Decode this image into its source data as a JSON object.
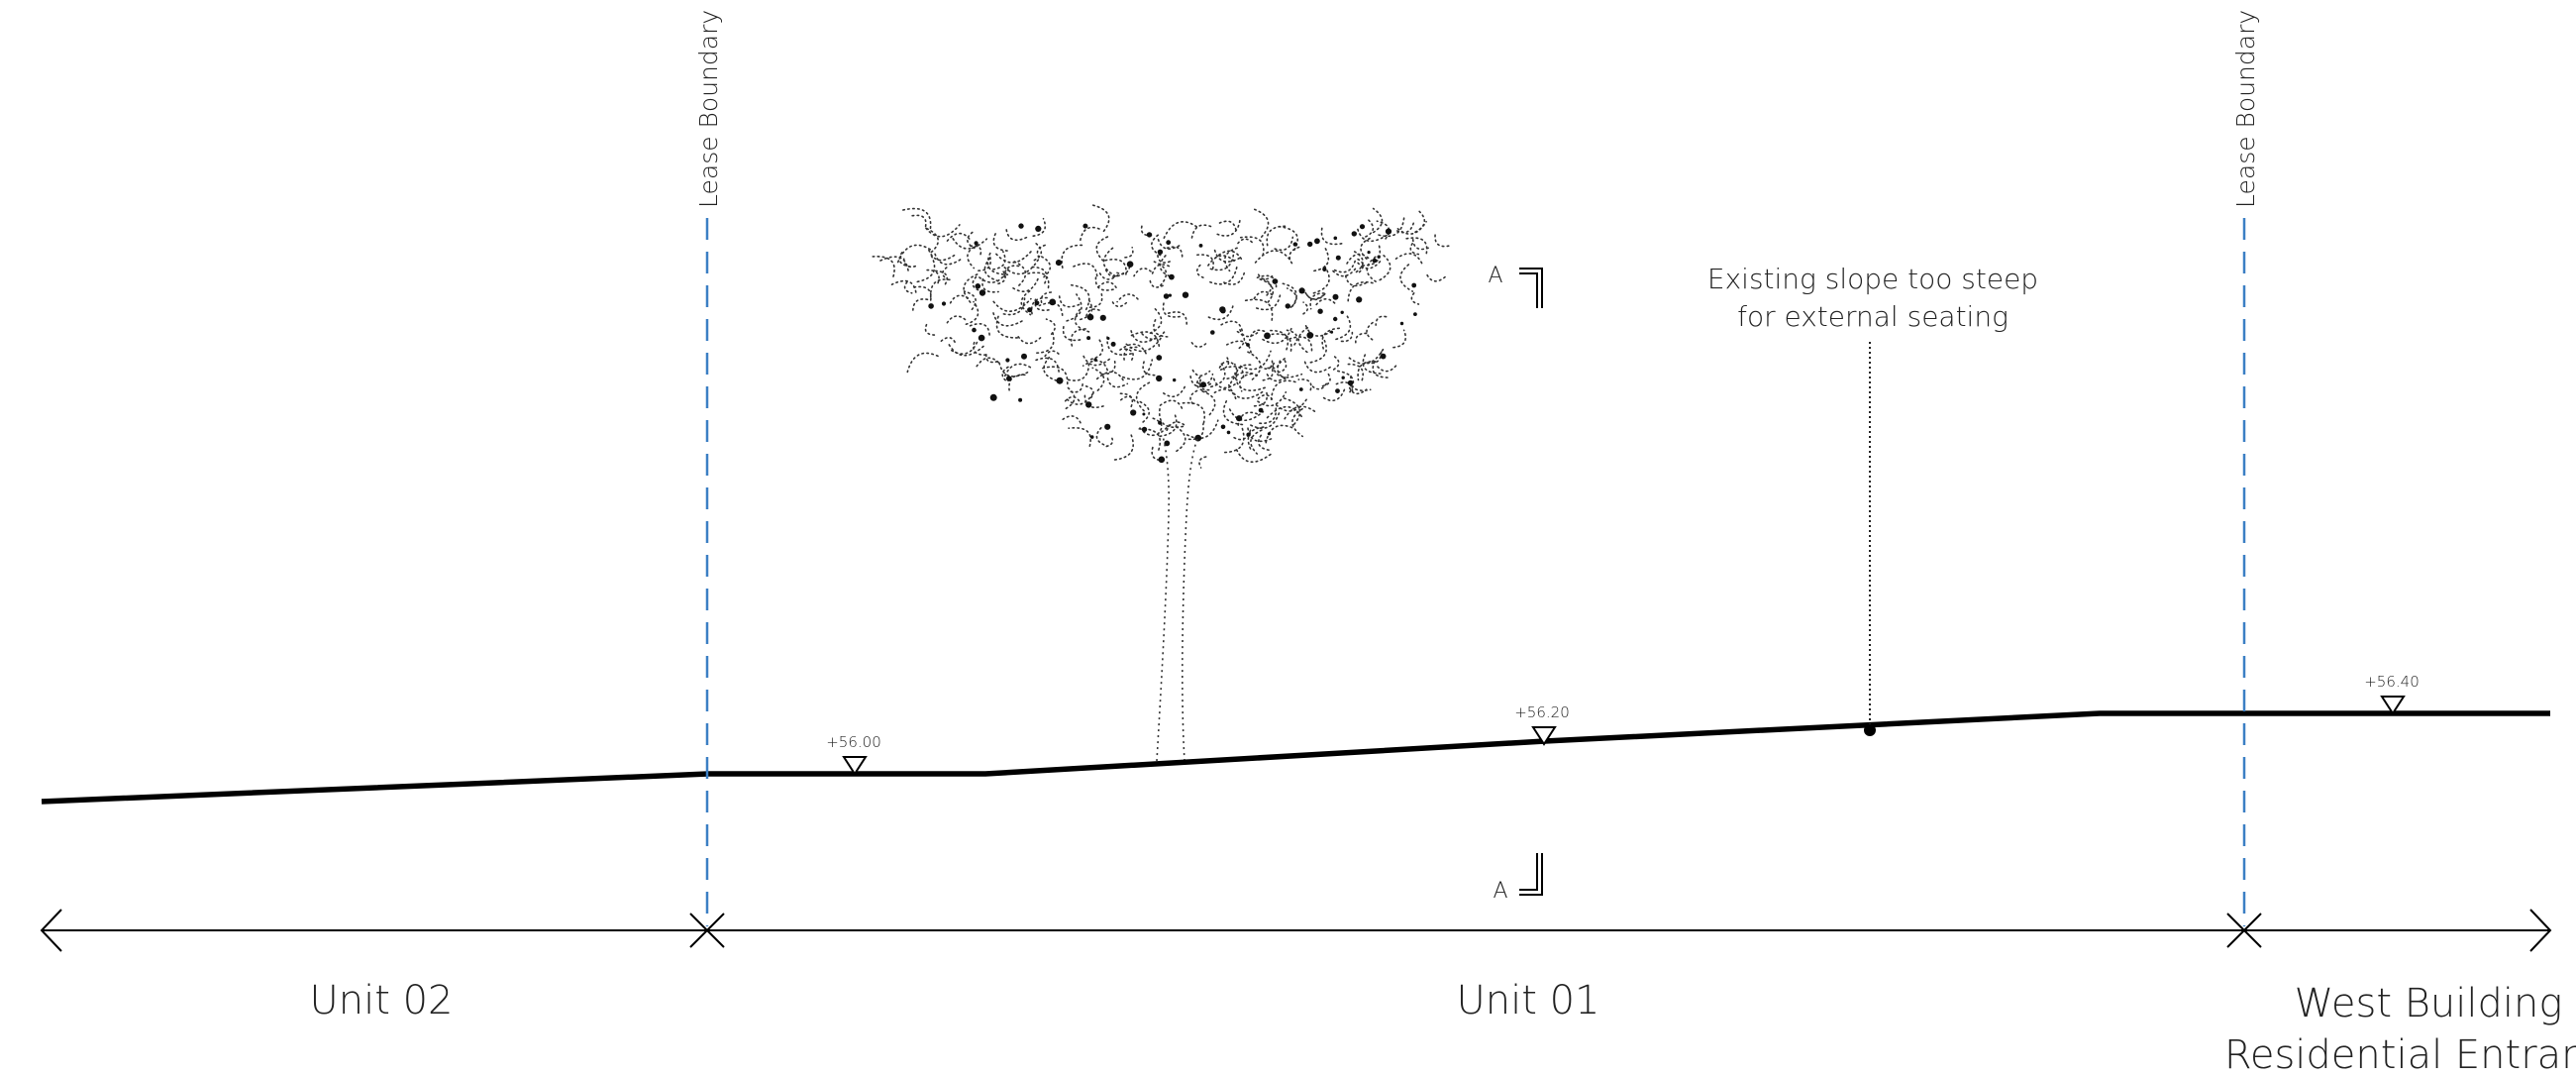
{
  "units": {
    "unit02": "Unit 02",
    "unit01": "Unit 01",
    "west_line1": "West Building",
    "west_line2": "Residential Entrance"
  },
  "lease_boundary": {
    "left": "Lease Boundary",
    "right": "Lease Boundary"
  },
  "annotation": {
    "line1": "Existing slope too steep",
    "line2": "for external seating"
  },
  "levels": {
    "l1": "+56.00",
    "l2": "+56.20",
    "l3": "+56.40"
  },
  "section_marker": {
    "top": "A",
    "bottom": "A"
  },
  "colors": {
    "lease_line": "#3b7fc4",
    "ground_line": "#000000",
    "text": "#222222"
  }
}
